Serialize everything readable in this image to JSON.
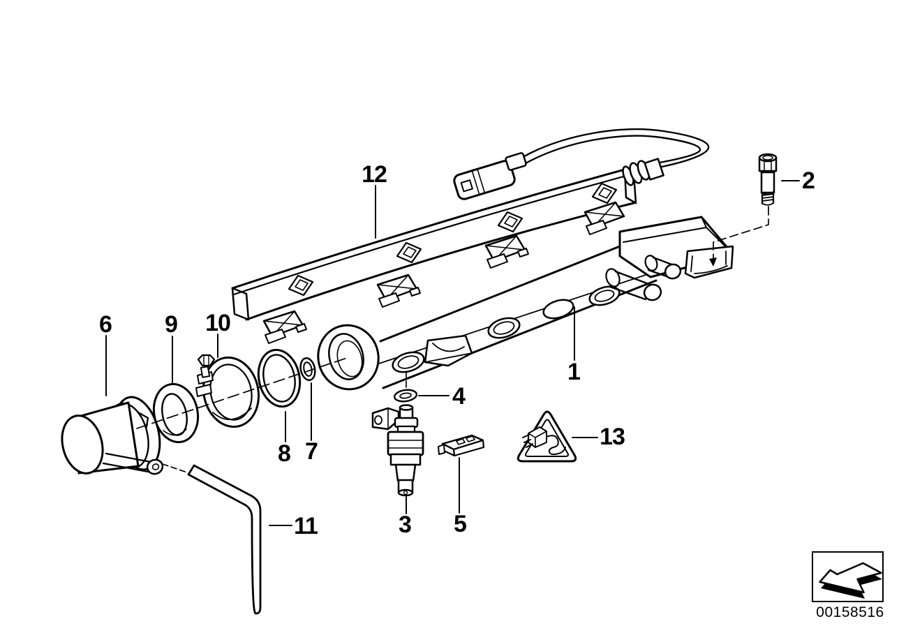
{
  "diagram": {
    "subject": "fuel-injection-system-exploded-parts-diagram",
    "background_color": "#ffffff",
    "line_color": "#000000",
    "image_number": "00158516",
    "callouts": [
      {
        "label": "1"
      },
      {
        "label": "2"
      },
      {
        "label": "3"
      },
      {
        "label": "4"
      },
      {
        "label": "5"
      },
      {
        "label": "6"
      },
      {
        "label": "7"
      },
      {
        "label": "8"
      },
      {
        "label": "9"
      },
      {
        "label": "10"
      },
      {
        "label": "11"
      },
      {
        "label": "12"
      },
      {
        "label": "13"
      }
    ],
    "icons": {
      "nav_arrow": "3d-arrow-down-left",
      "warning_triangle": "electrical-plug-warning-triangle"
    }
  }
}
